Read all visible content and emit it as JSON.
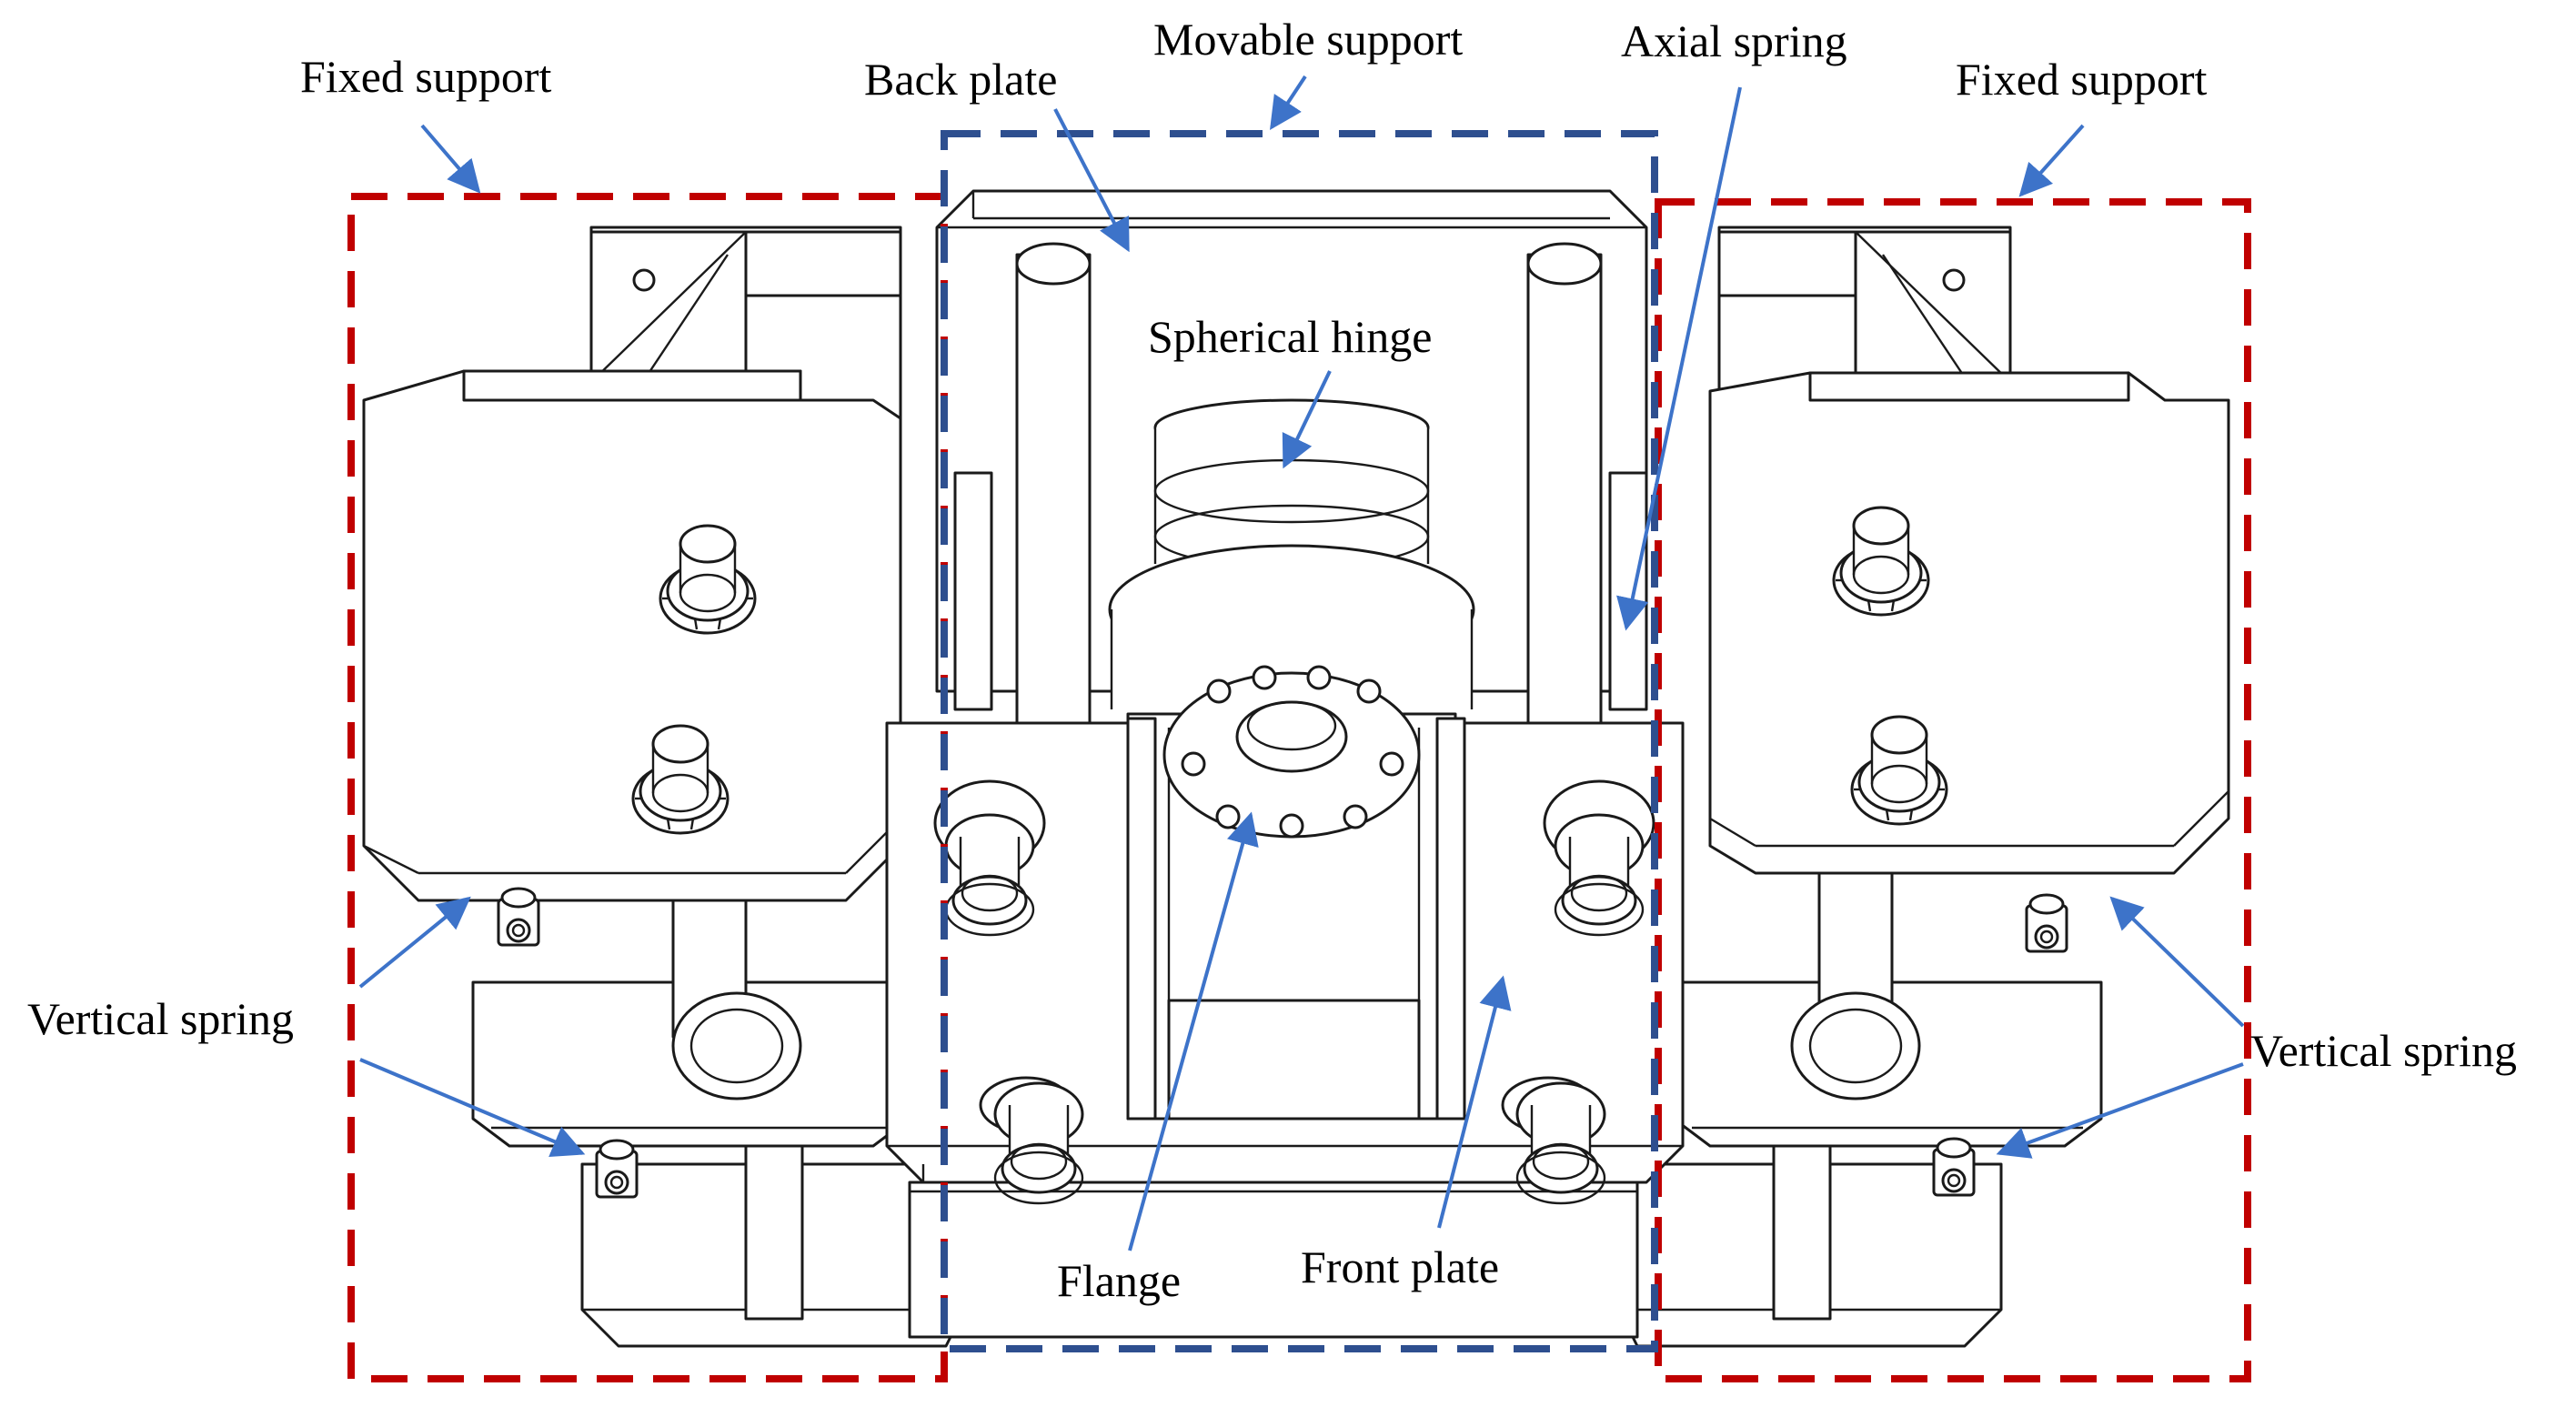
{
  "labels": {
    "fixed_support_left": "Fixed support",
    "fixed_support_right": "Fixed support",
    "movable_support": "Movable support",
    "back_plate": "Back plate",
    "axial_spring": "Axial spring",
    "spherical_hinge": "Spherical hinge",
    "vertical_spring_left": "Vertical spring",
    "vertical_spring_right": "Vertical spring",
    "flange": "Flange",
    "front_plate": "Front plate"
  },
  "colors": {
    "fixed_support_box": "#c00000",
    "movable_support_box": "#2e4f8f",
    "leader_arrows": "#3d73c9",
    "drawing_lines": "#1a1a1a"
  }
}
